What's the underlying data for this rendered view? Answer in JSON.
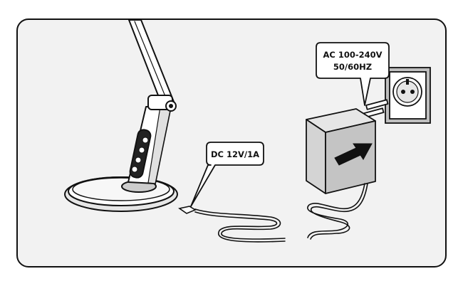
{
  "callouts": {
    "adapter_input_line1": "AC 100-240V",
    "adapter_input_line2": "50/60HZ",
    "lamp_input": "DC 12V/1A"
  },
  "colors": {
    "panel_fill": "#f2f2f2",
    "line": "#111111",
    "adapter_fill": "#d9d9d9",
    "wall_fill": "#bfbfbf",
    "arrow": "#111111"
  },
  "icons": [
    "desk-lamp-icon",
    "power-adapter-icon",
    "wall-socket-icon",
    "plug-arrow-icon"
  ]
}
